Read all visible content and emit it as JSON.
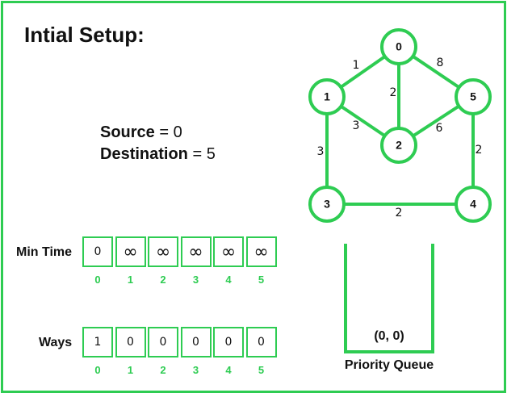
{
  "title": "Intial Setup:",
  "source": {
    "label": "Source",
    "value": "0"
  },
  "destination": {
    "label": "Destination",
    "value": "5"
  },
  "graph": {
    "nodes": [
      "0",
      "1",
      "2",
      "3",
      "4",
      "5"
    ],
    "edges": [
      {
        "from": "0",
        "to": "1",
        "weight": "1"
      },
      {
        "from": "0",
        "to": "2",
        "weight": "2"
      },
      {
        "from": "0",
        "to": "5",
        "weight": "8"
      },
      {
        "from": "1",
        "to": "2",
        "weight": "3"
      },
      {
        "from": "1",
        "to": "3",
        "weight": "3"
      },
      {
        "from": "2",
        "to": "5",
        "weight": "6"
      },
      {
        "from": "5",
        "to": "4",
        "weight": "2"
      },
      {
        "from": "3",
        "to": "4",
        "weight": "2"
      }
    ]
  },
  "min_time": {
    "label": "Min Time",
    "values": [
      "0",
      "∞",
      "∞",
      "∞",
      "∞",
      "∞"
    ],
    "indices": [
      "0",
      "1",
      "2",
      "3",
      "4",
      "5"
    ]
  },
  "ways": {
    "label": "Ways",
    "values": [
      "1",
      "0",
      "0",
      "0",
      "0",
      "0"
    ],
    "indices": [
      "0",
      "1",
      "2",
      "3",
      "4",
      "5"
    ]
  },
  "priority_queue": {
    "label": "Priority Queue",
    "items": [
      "(0, 0)"
    ]
  },
  "colors": {
    "accent": "#2ecc52",
    "text": "#111111"
  }
}
